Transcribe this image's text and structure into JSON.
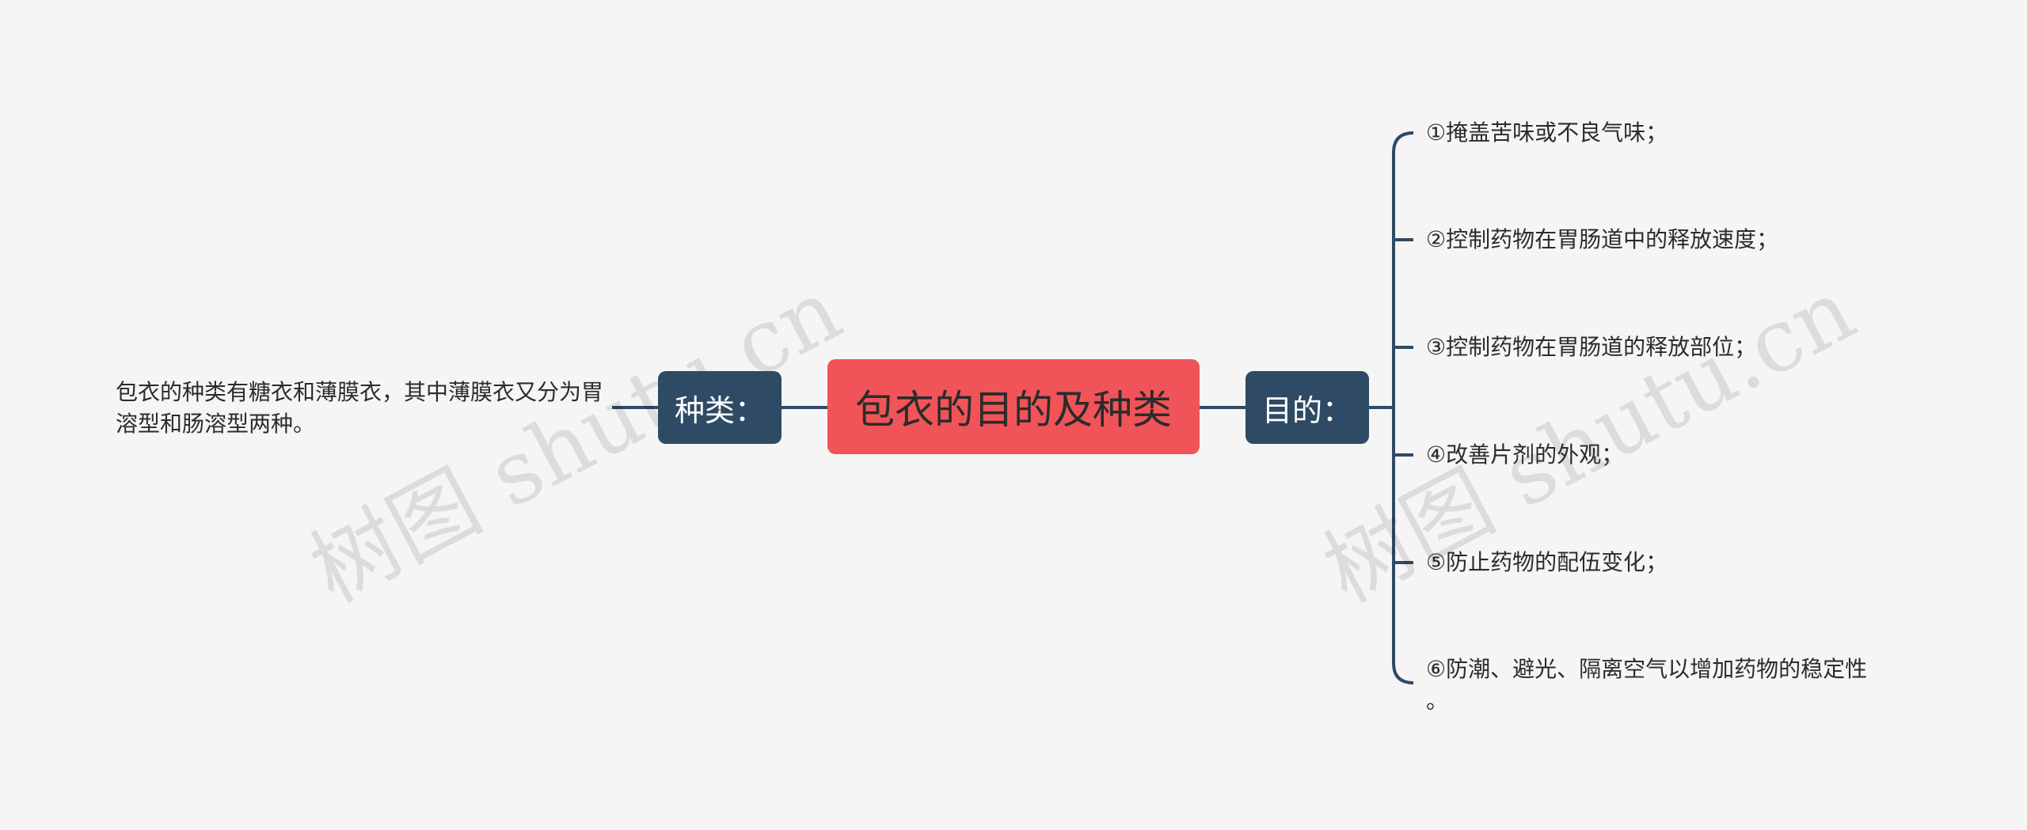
{
  "central": {
    "label": "包衣的目的及种类"
  },
  "left_branch": {
    "label": "种类：",
    "leaf": "包衣的种类有糖衣和薄膜衣，其中薄膜衣又分为胃溶型和肠溶型两种。"
  },
  "right_branch": {
    "label": "目的：",
    "leaves": [
      "①掩盖苦味或不良气味；",
      "②控制药物在胃肠道中的释放速度；",
      "③控制药物在胃肠道的释放部位；",
      "④改善片剂的外观；",
      "⑤防止药物的配伍变化；",
      "⑥防潮、避光、隔离空气以增加药物的稳定性",
      "。"
    ]
  },
  "watermarks": [
    "树图 shutu.cn",
    "树图 shutu.cn"
  ],
  "colors": {
    "background": "#f5f5f5",
    "central": "#f05458",
    "branch": "#2f4a64",
    "connector": "#2f4a64",
    "text": "#2b2b2b"
  }
}
